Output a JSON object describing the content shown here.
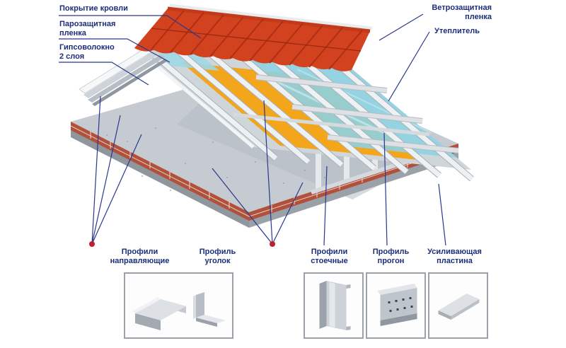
{
  "diagram_title": "Roof frame construction cutaway (steel profile roof assembly)",
  "language": "ru",
  "labels": {
    "top_left": [
      {
        "text": "Покрытие кровли"
      },
      {
        "text": "Парозащитная\nпленка"
      },
      {
        "text": "Гипсоволокно\n2 слоя"
      }
    ],
    "top_right": [
      {
        "text": "Ветрозащитная\nпленка"
      },
      {
        "text": "Утеплитель"
      }
    ],
    "bottom": [
      {
        "text": "Профили\nнаправляющие"
      },
      {
        "text": "Профиль\nуголок"
      },
      {
        "text": "Профили\nстоечные"
      },
      {
        "text": "Профиль\nпрогон"
      },
      {
        "text": "Усиливающая\nпластина"
      }
    ]
  },
  "colors": {
    "label_text": "#1c2d7c",
    "leader_line": "#2a3890",
    "marker_dot": "#c0202e",
    "roof_tile": "#d2421f",
    "insulation": "#f3a51c",
    "wind_film": "#8ed2e2",
    "metal_light": "#eef1f3",
    "brick": "#b2503a",
    "concrete": "#c6cbd1"
  }
}
